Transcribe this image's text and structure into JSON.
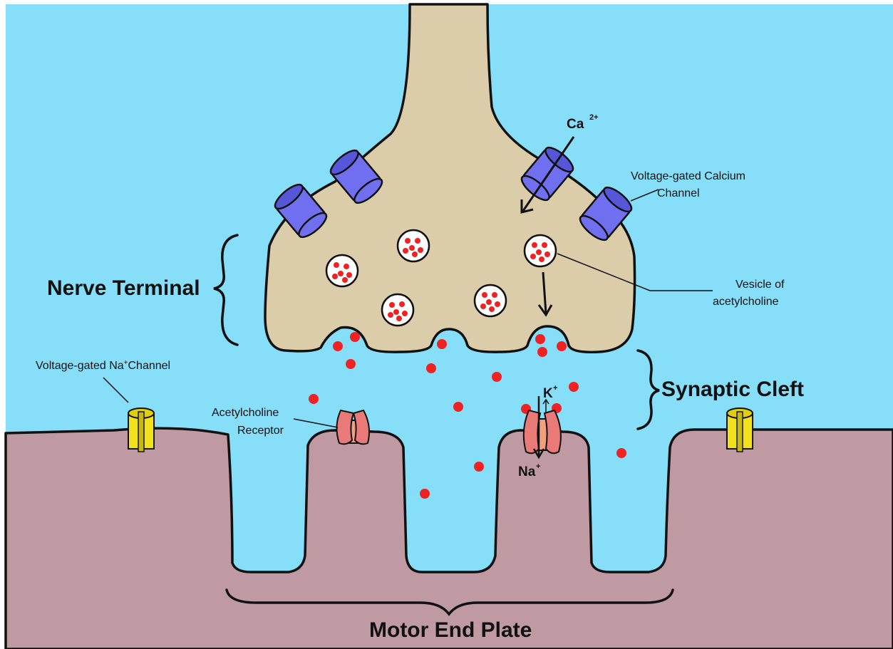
{
  "labels": {
    "nerve_terminal": "Nerve Terminal",
    "synaptic_cleft": "Synaptic Cleft",
    "motor_end_plate": "Motor End Plate",
    "calcium_channel_line1": "Voltage-gated Calcium",
    "calcium_channel_line2": "Channel",
    "vesicle_line1": "Vesicle of",
    "vesicle_line2": "acetylcholine",
    "na_channel_main": "Voltage-gated Na",
    "na_channel_sup": "+",
    "na_channel_end": "Channel",
    "receptor_line1": "Acetylcholine",
    "receptor_line2": "Receptor",
    "ca_ion": "Ca",
    "ca_charge": "2+",
    "k_ion": "K",
    "k_charge": "+",
    "na_ion": "Na",
    "na_charge": "+"
  },
  "colors": {
    "fluid": "#87def9",
    "nerve": "#dccdaa",
    "muscle": "#bf9aa3",
    "ca_channel": "#6f6ff0",
    "na_channel": "#f2e21c",
    "receptor": "#ea7a78",
    "acetylcholine": "#ee2222"
  }
}
